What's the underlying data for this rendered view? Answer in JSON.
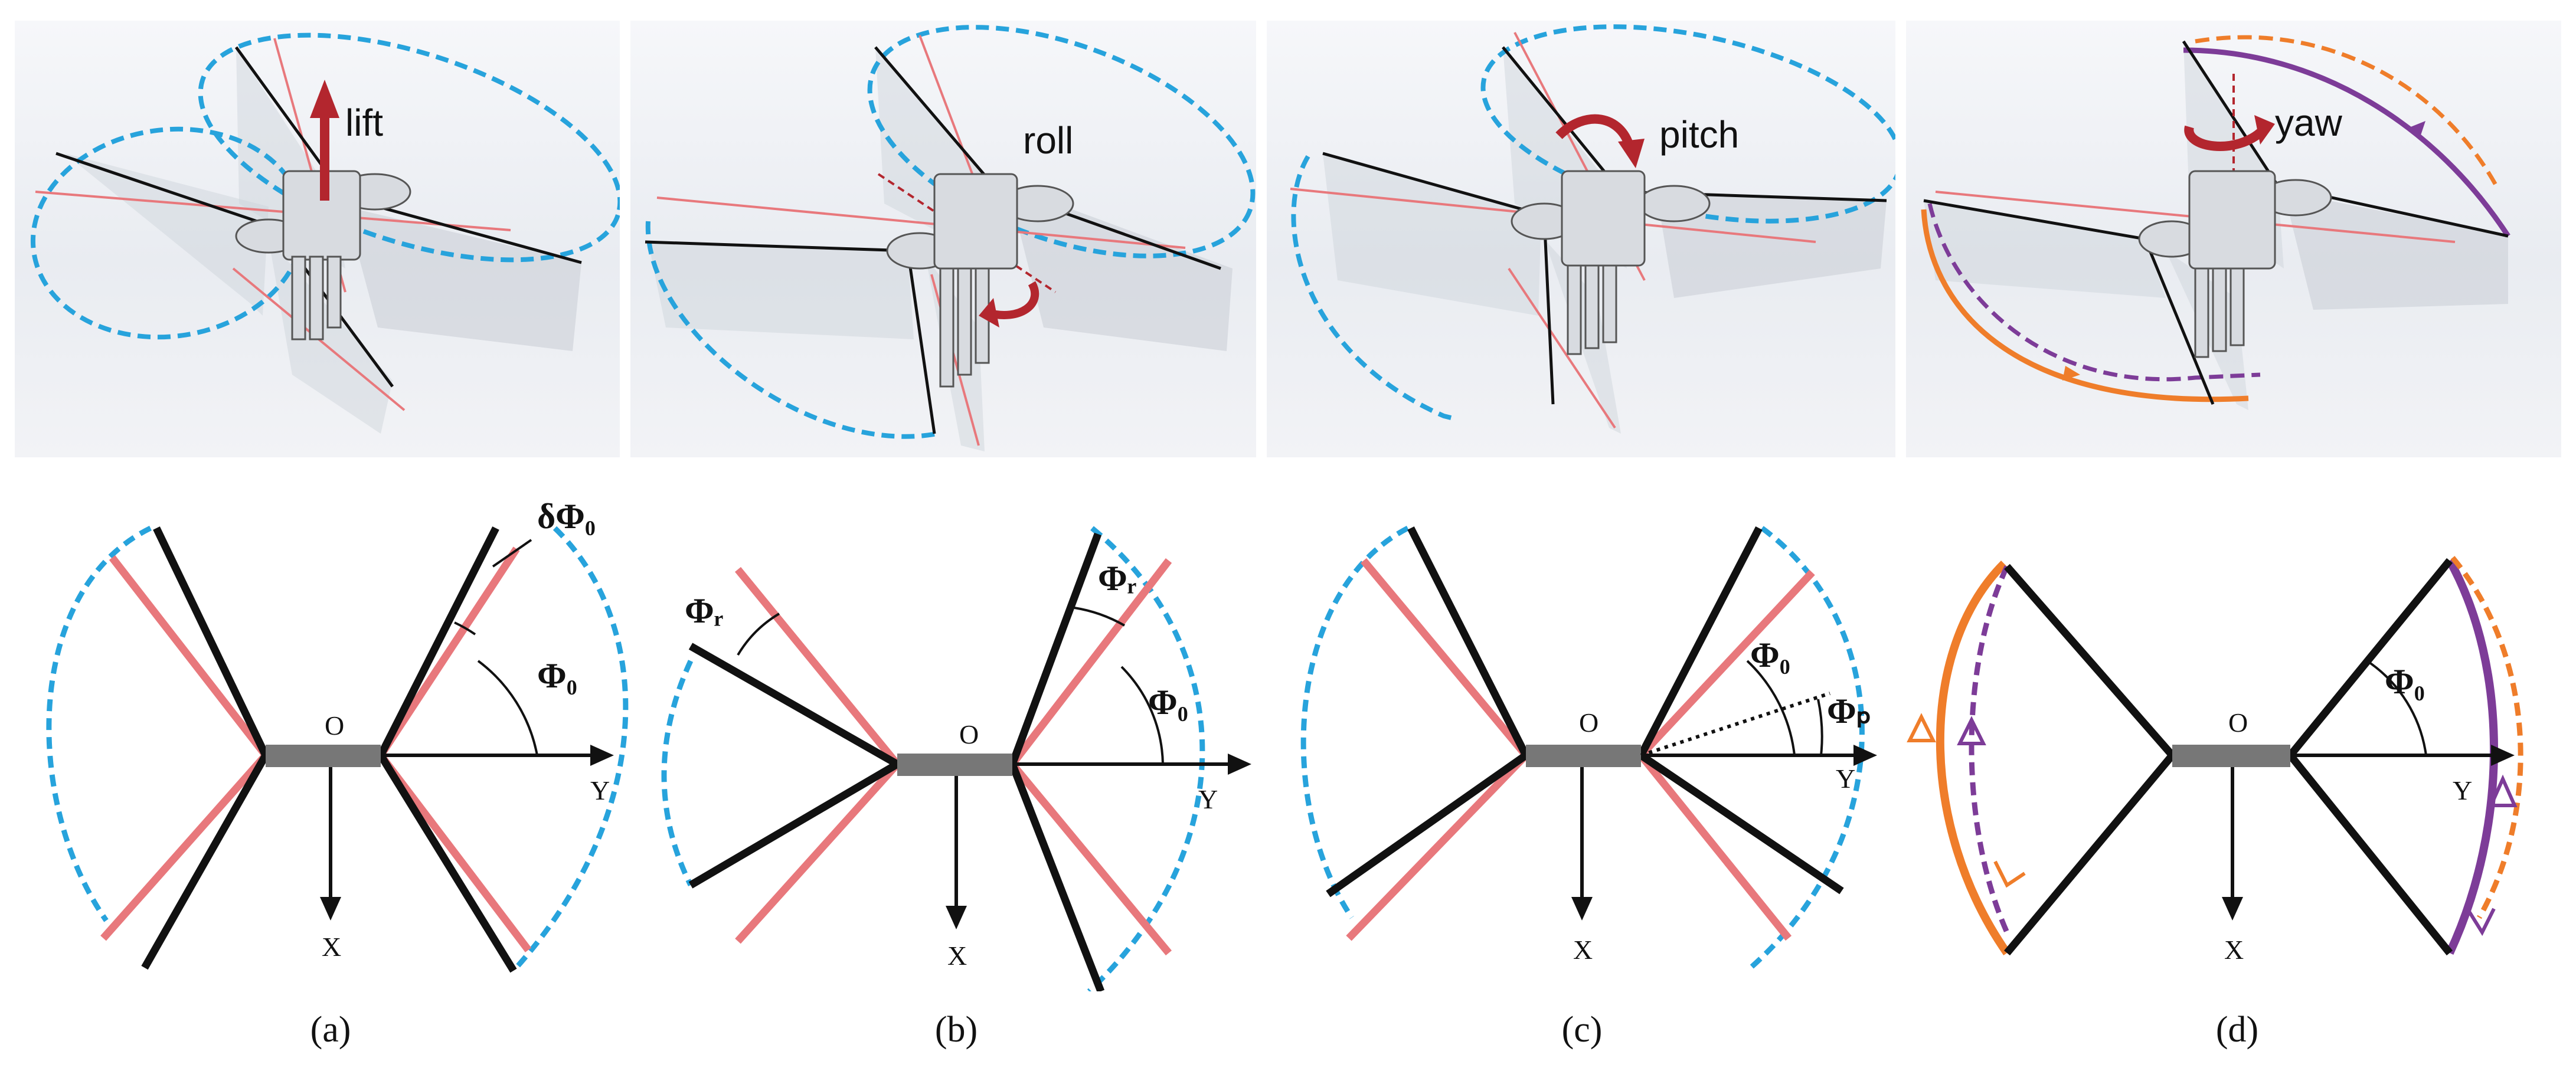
{
  "figure": {
    "top_labels": {
      "lift": "lift",
      "roll": "roll",
      "pitch": "pitch",
      "yaw": "yaw"
    },
    "axes": {
      "origin": "O",
      "x": "X",
      "y": "Y"
    },
    "symbols": {
      "delta_phi0": "δΦ₀",
      "phi0": "Φ₀",
      "phi_r": "Φᵣ",
      "phi_p": "Φₚ"
    },
    "captions": {
      "a": "(a)",
      "b": "(b)",
      "c": "(c)",
      "d": "(d)"
    }
  },
  "colors": {
    "stroke_plane": "#e8787c",
    "wing_edge": "#111111",
    "envelope": "#27a3dc",
    "force_arrow": "#b3262e",
    "orange": "#ef7d2a",
    "purple": "#7d3c98",
    "body": "#777777"
  }
}
